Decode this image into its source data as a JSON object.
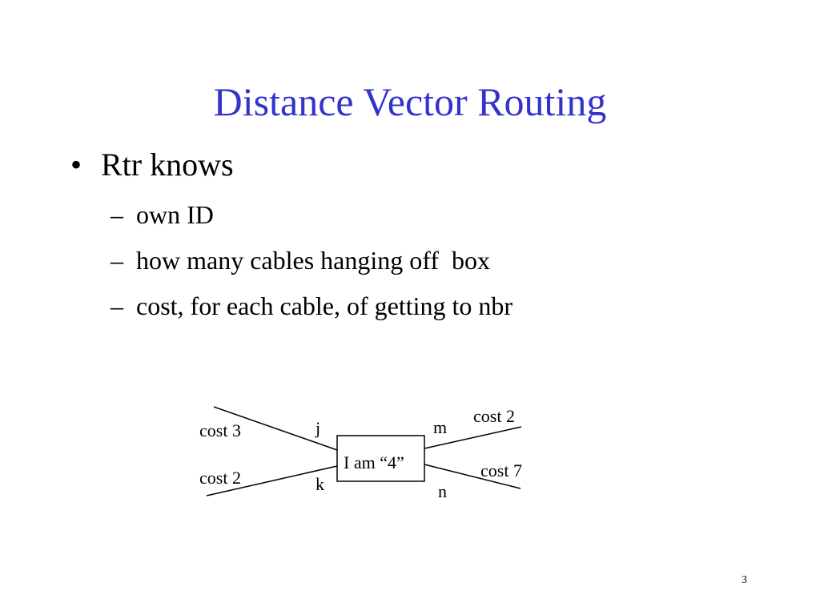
{
  "slide": {
    "title": "Distance Vector Routing",
    "bullet": {
      "marker": "•",
      "text": "Rtr knows"
    },
    "sub_bullets": [
      {
        "marker": "–",
        "text": "own ID"
      },
      {
        "marker": "–",
        "text": "how many cables hanging off  box"
      },
      {
        "marker": "–",
        "text": "cost, for each cable, of getting to nbr"
      }
    ],
    "page_number": "3"
  },
  "diagram": {
    "router_label": "I am “4”",
    "links": {
      "j": {
        "port": "j",
        "cost": "cost 3"
      },
      "k": {
        "port": "k",
        "cost": "cost 2"
      },
      "m": {
        "port": "m",
        "cost": "cost 2"
      },
      "n": {
        "port": "n",
        "cost": "cost 7"
      }
    }
  }
}
